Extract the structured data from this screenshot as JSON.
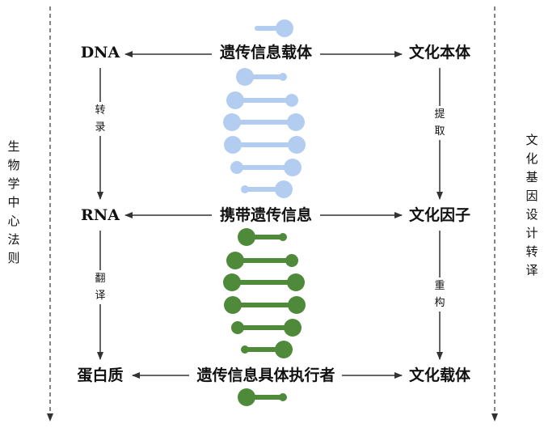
{
  "center_column": {
    "top": "遗传信息载体",
    "middle": "携带遗传信息",
    "bottom": "遗传信息具体执行者"
  },
  "left_column": {
    "top": "DNA",
    "middle": "RNA",
    "bottom": "蛋白质",
    "edge_top": "转录",
    "edge_bottom": "翻译"
  },
  "right_column": {
    "top": "文化本体",
    "middle": "文化因子",
    "bottom": "文化载体",
    "edge_top": "提取",
    "edge_bottom": "重构"
  },
  "side_labels": {
    "left": "生物学中心法则",
    "right": "文化基因设计转译"
  },
  "colors": {
    "blue_nodes": "#b3cdf1",
    "green_nodes": "#4e8a3a",
    "arrows": "#333333"
  }
}
